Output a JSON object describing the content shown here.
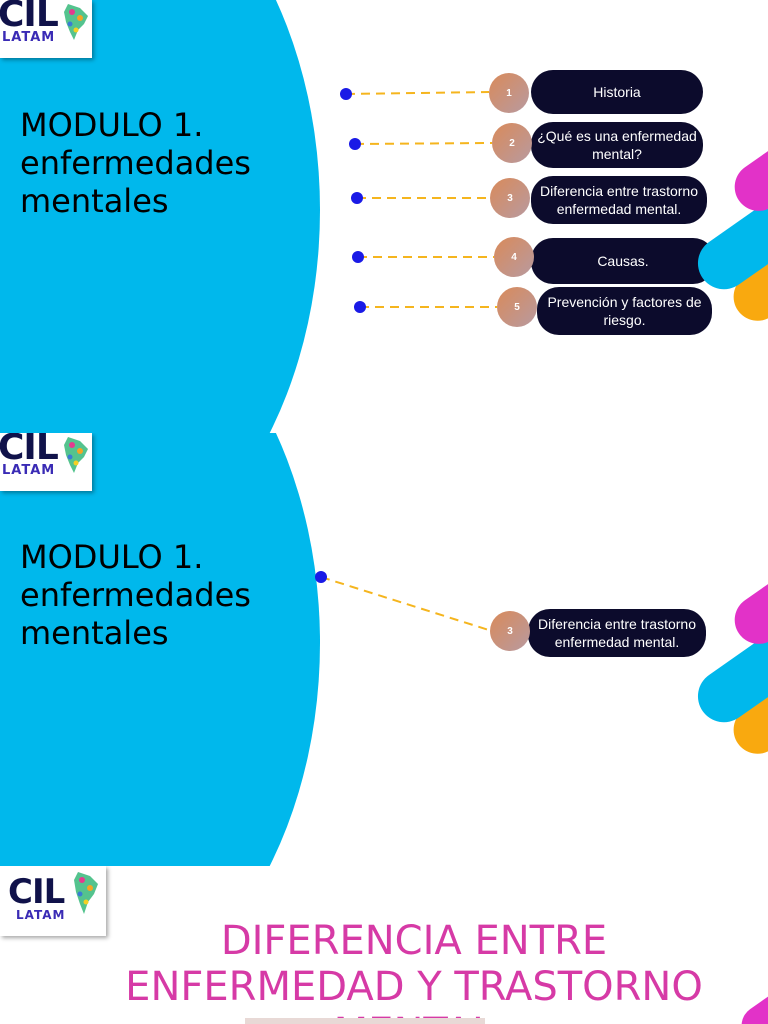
{
  "brand": {
    "logo_main": "CIL",
    "logo_sub": "LATAM"
  },
  "colors": {
    "accent_blue": "#00b8ec",
    "pill_bg": "#0c0b2c",
    "title_pink": "#d63aa6",
    "dash_line": "#f5b51e",
    "dot": "#1a1ae6"
  },
  "slide1": {
    "title_line1": "MODULO 1.",
    "title_line2": "enfermedades",
    "title_line3": "mentales",
    "items": [
      {
        "number": "1",
        "line1": "Historia",
        "line2": ""
      },
      {
        "number": "2",
        "line1": "¿Qué es una enfermedad",
        "line2": "mental?"
      },
      {
        "number": "3",
        "line1": "Diferencia entre trastorno",
        "line2": "enfermedad mental."
      },
      {
        "number": "4",
        "line1": "Causas.",
        "line2": ""
      },
      {
        "number": "5",
        "line1": "Prevención y factores de",
        "line2": "riesgo."
      }
    ]
  },
  "slide2": {
    "title_line1": "MODULO 1.",
    "title_line2": "enfermedades",
    "title_line3": "mentales",
    "item": {
      "number": "3",
      "line1": "Diferencia entre trastorno",
      "line2": "enfermedad mental."
    }
  },
  "slide3": {
    "title_line1": "DIFERENCIA ENTRE",
    "title_line2": "ENFERMEDAD Y TRASTORNO",
    "title_line3": "MENTAL"
  }
}
